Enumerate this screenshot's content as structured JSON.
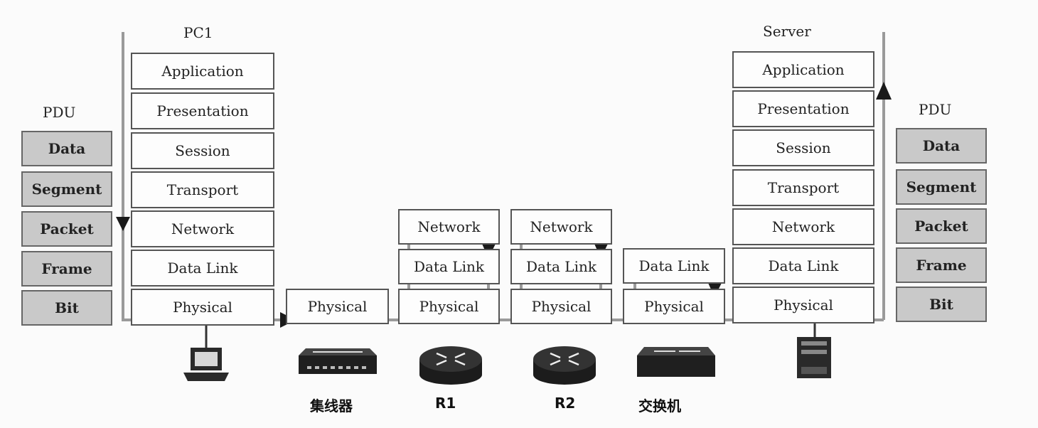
{
  "pc1": {
    "title": "PC1",
    "layers": [
      "Application",
      "Presentation",
      "Session",
      "Transport",
      "Network",
      "Data Link",
      "Physical"
    ]
  },
  "server": {
    "title": "Server",
    "layers": [
      "Application",
      "Presentation",
      "Session",
      "Transport",
      "Network",
      "Data Link",
      "Physical"
    ]
  },
  "pdu_left": {
    "title": "PDU",
    "items": [
      "Data",
      "Segment",
      "Packet",
      "Frame",
      "Bit"
    ]
  },
  "pdu_right": {
    "title": "PDU",
    "items": [
      "Data",
      "Segment",
      "Packet",
      "Frame",
      "Bit"
    ]
  },
  "hub": {
    "layers": [
      "Physical"
    ],
    "caption": "集线器"
  },
  "r1": {
    "layers": [
      "Network",
      "Data Link",
      "Physical"
    ],
    "caption": "R1"
  },
  "r2": {
    "layers": [
      "Network",
      "Data Link",
      "Physical"
    ],
    "caption": "R2"
  },
  "switch": {
    "layers": [
      "Data Link",
      "Physical"
    ],
    "caption": "交换机"
  }
}
